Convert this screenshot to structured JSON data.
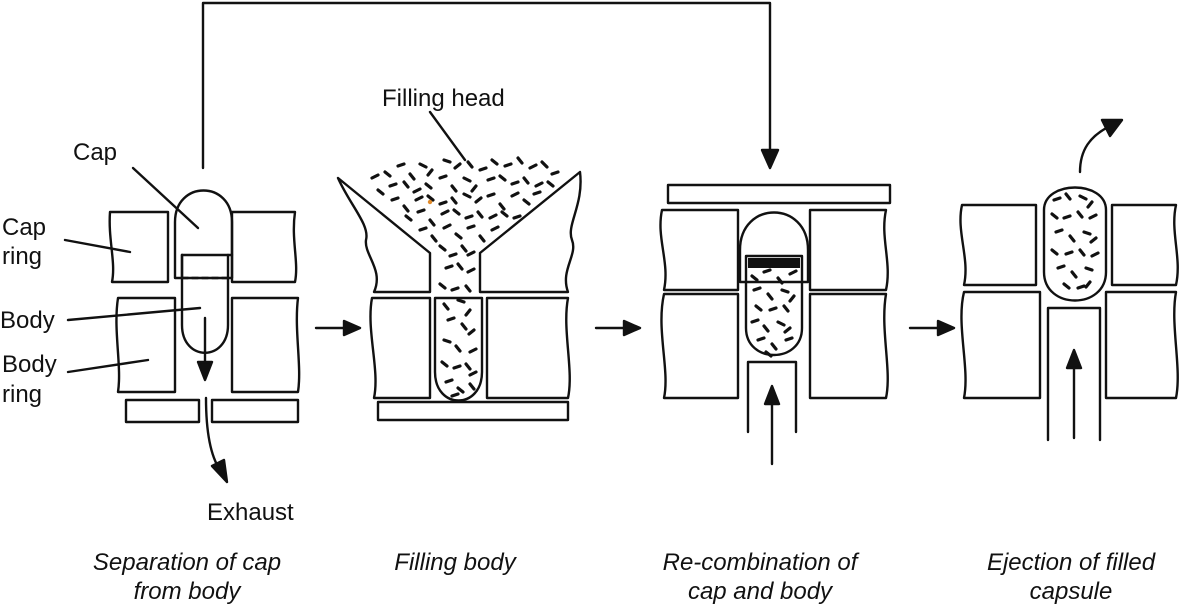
{
  "labels": {
    "cap": "Cap",
    "cap_ring_1": "Cap",
    "cap_ring_2": "ring",
    "body": "Body",
    "body_ring_1": "Body",
    "body_ring_2": "ring",
    "exhaust": "Exhaust",
    "filling_head": "Filling head"
  },
  "captions": {
    "step1_line1": "Separation of cap",
    "step1_line2": "from body",
    "step2_line1": "Filling body",
    "step3_line1": "Re-combination of",
    "step3_line2": "cap and body",
    "step4_line1": "Ejection of filled",
    "step4_line2": "capsule"
  },
  "colors": {
    "ink": "#111111",
    "background": "#ffffff",
    "accent_speck": "#e08a2a"
  }
}
